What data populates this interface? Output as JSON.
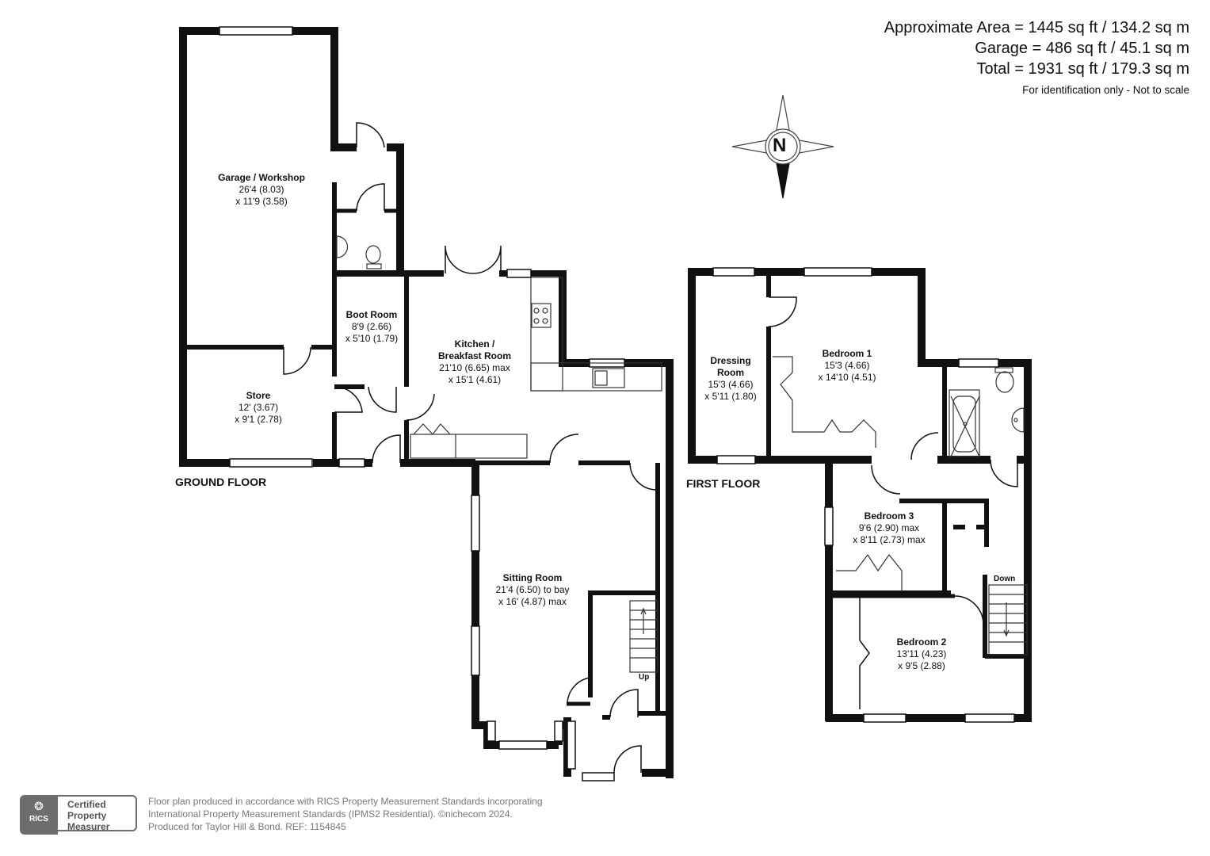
{
  "areas": {
    "approximate": "Approximate Area = 1445 sq ft / 134.2 sq m",
    "garage": "Garage = 486 sq ft / 45.1 sq m",
    "total": "Total = 1931 sq ft / 179.3 sq m",
    "note": "For identification only - Not to scale"
  },
  "compass": {
    "label": "N"
  },
  "floors": {
    "ground": "GROUND FLOOR",
    "first": "FIRST FLOOR"
  },
  "stairs": {
    "up": "Up",
    "down": "Down"
  },
  "rooms": {
    "garage": {
      "name": "Garage / Workshop",
      "dim1": "26'4 (8.03)",
      "dim2": "x 11'9 (3.58)"
    },
    "store": {
      "name": "Store",
      "dim1": "12' (3.67)",
      "dim2": "x 9'1 (2.78)"
    },
    "boot": {
      "name": "Boot Room",
      "dim1": "8'9 (2.66)",
      "dim2": "x 5'10 (1.79)"
    },
    "kitchen": {
      "name1": "Kitchen /",
      "name2": "Breakfast Room",
      "dim1": "21'10 (6.65) max",
      "dim2": "x 15'1 (4.61)"
    },
    "sitting": {
      "name": "Sitting Room",
      "dim1": "21'4 (6.50) to bay",
      "dim2": "x 16' (4.87) max"
    },
    "dressing": {
      "name1": "Dressing",
      "name2": "Room",
      "dim1": "15'3 (4.66)",
      "dim2": "x 5'11 (1.80)"
    },
    "bedroom1": {
      "name": "Bedroom 1",
      "dim1": "15'3 (4.66)",
      "dim2": "x 14'10 (4.51)"
    },
    "bedroom3": {
      "name": "Bedroom 3",
      "dim1": "9'6 (2.90) max",
      "dim2": "x 8'11 (2.73) max"
    },
    "bedroom2": {
      "name": "Bedroom 2",
      "dim1": "13'11 (4.23)",
      "dim2": "x 9'5 (2.88)"
    }
  },
  "footer": {
    "line1": "Floor plan produced in accordance with RICS Property Measurement Standards incorporating",
    "line2": "International Property Measurement Standards (IPMS2 Residential).  ©nichecom 2024.",
    "line3": "Produced for Taylor Hill & Bond.   REF:  1154845",
    "rics": "RICS",
    "badge1": "Certified",
    "badge2": "Property",
    "badge3": "Measurer"
  },
  "colors": {
    "wall": "#111111",
    "window": "#ffffff",
    "fixture": "#555555"
  }
}
